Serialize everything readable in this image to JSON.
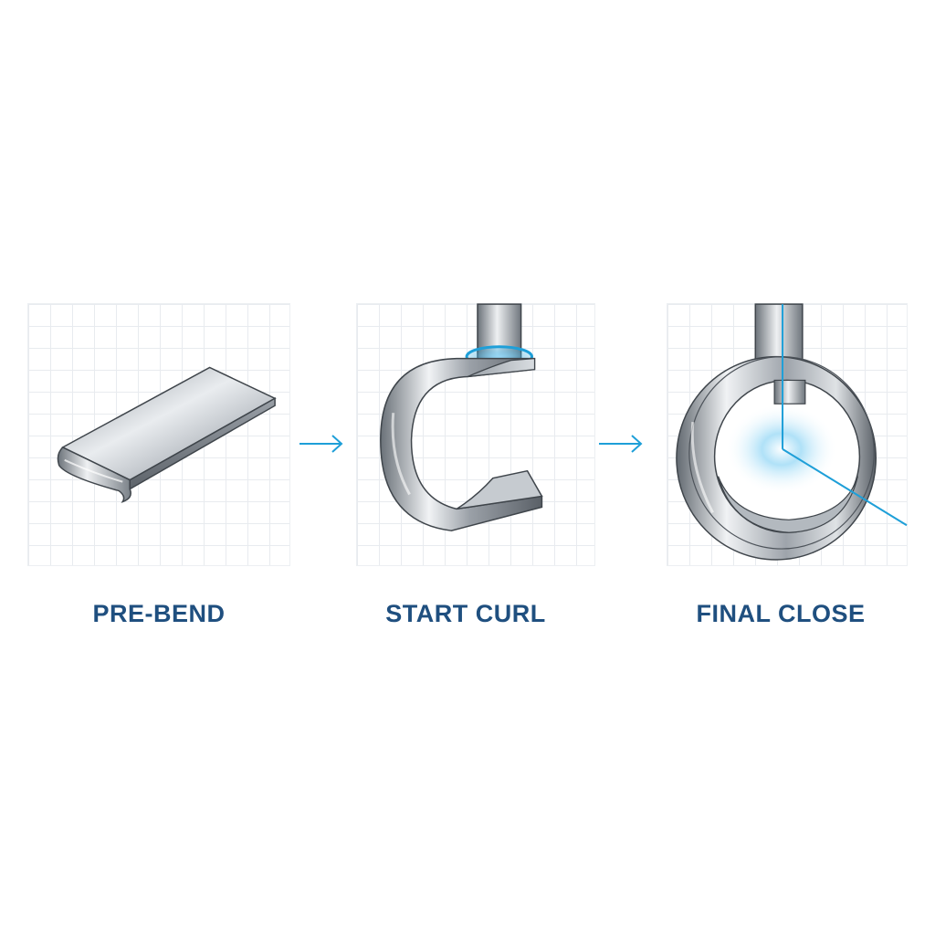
{
  "steps": [
    {
      "label": "PRE-BEND",
      "icon": "flat-strip-icon"
    },
    {
      "label": "START CURL",
      "icon": "c-curl-icon"
    },
    {
      "label": "FINAL CLOSE",
      "icon": "closed-ring-icon"
    }
  ],
  "arrows": [
    "arrow-right-icon",
    "arrow-right-icon"
  ],
  "colors": {
    "label_text": "#1f4f7f",
    "accent": "#1e9fd8",
    "grid": "#e8ebef",
    "metal_light": "#e6e9ec",
    "metal_mid": "#a7adb4",
    "metal_dark": "#5f666d"
  }
}
